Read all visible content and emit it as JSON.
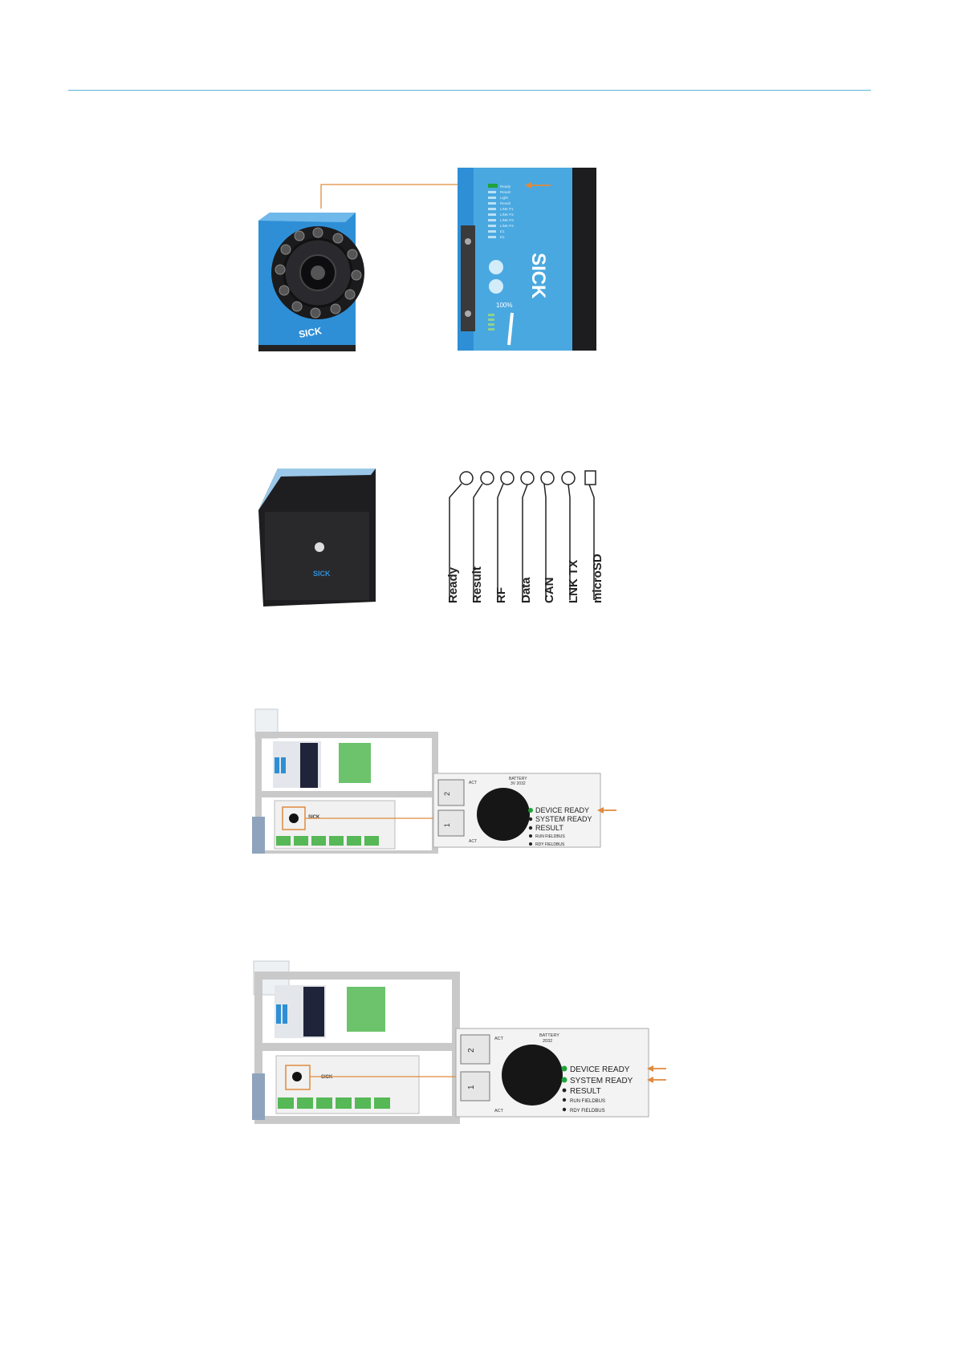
{
  "colors": {
    "rule": "#57b4d8",
    "sick_blue": "#2f8fd6",
    "leader_orange": "#e08a3c",
    "led_green": "#1fa33a"
  },
  "figure1": {
    "brand_front": "SICK",
    "brand_side": "SICK",
    "percent_label": "100%",
    "led_labels": [
      "Ready",
      "Result",
      "Light",
      "Result",
      "LINK P1",
      "LINK P2",
      "LINK P3",
      "LINK P4",
      "E1",
      "E2"
    ]
  },
  "figure2": {
    "brand": "SICK",
    "led_labels": [
      "Ready",
      "Result",
      "RF",
      "Data",
      "CAN",
      "LNK TX",
      "microSD"
    ]
  },
  "figure3": {
    "battery": "BATTERY",
    "battery_type": "3V 2032",
    "act_top": "ACT",
    "act_bottom": "ACT",
    "port_2": "2",
    "port_1": "1",
    "leds": [
      "DEVICE READY",
      "SYSTEM READY",
      "RESULT",
      "RUN FIELDBUS",
      "RDY FIELDBUS"
    ],
    "controller_brand": "SICK"
  },
  "figure4": {
    "battery": "BATTERY",
    "battery_type": "2032",
    "act_top": "ACT",
    "act_bottom": "ACT",
    "port_2": "2",
    "port_1": "1",
    "leds": [
      "DEVICE READY",
      "SYSTEM READY",
      "RESULT",
      "RUN FIELDBUS",
      "RDY FIELDBUS"
    ],
    "controller_brand": "SICK"
  }
}
